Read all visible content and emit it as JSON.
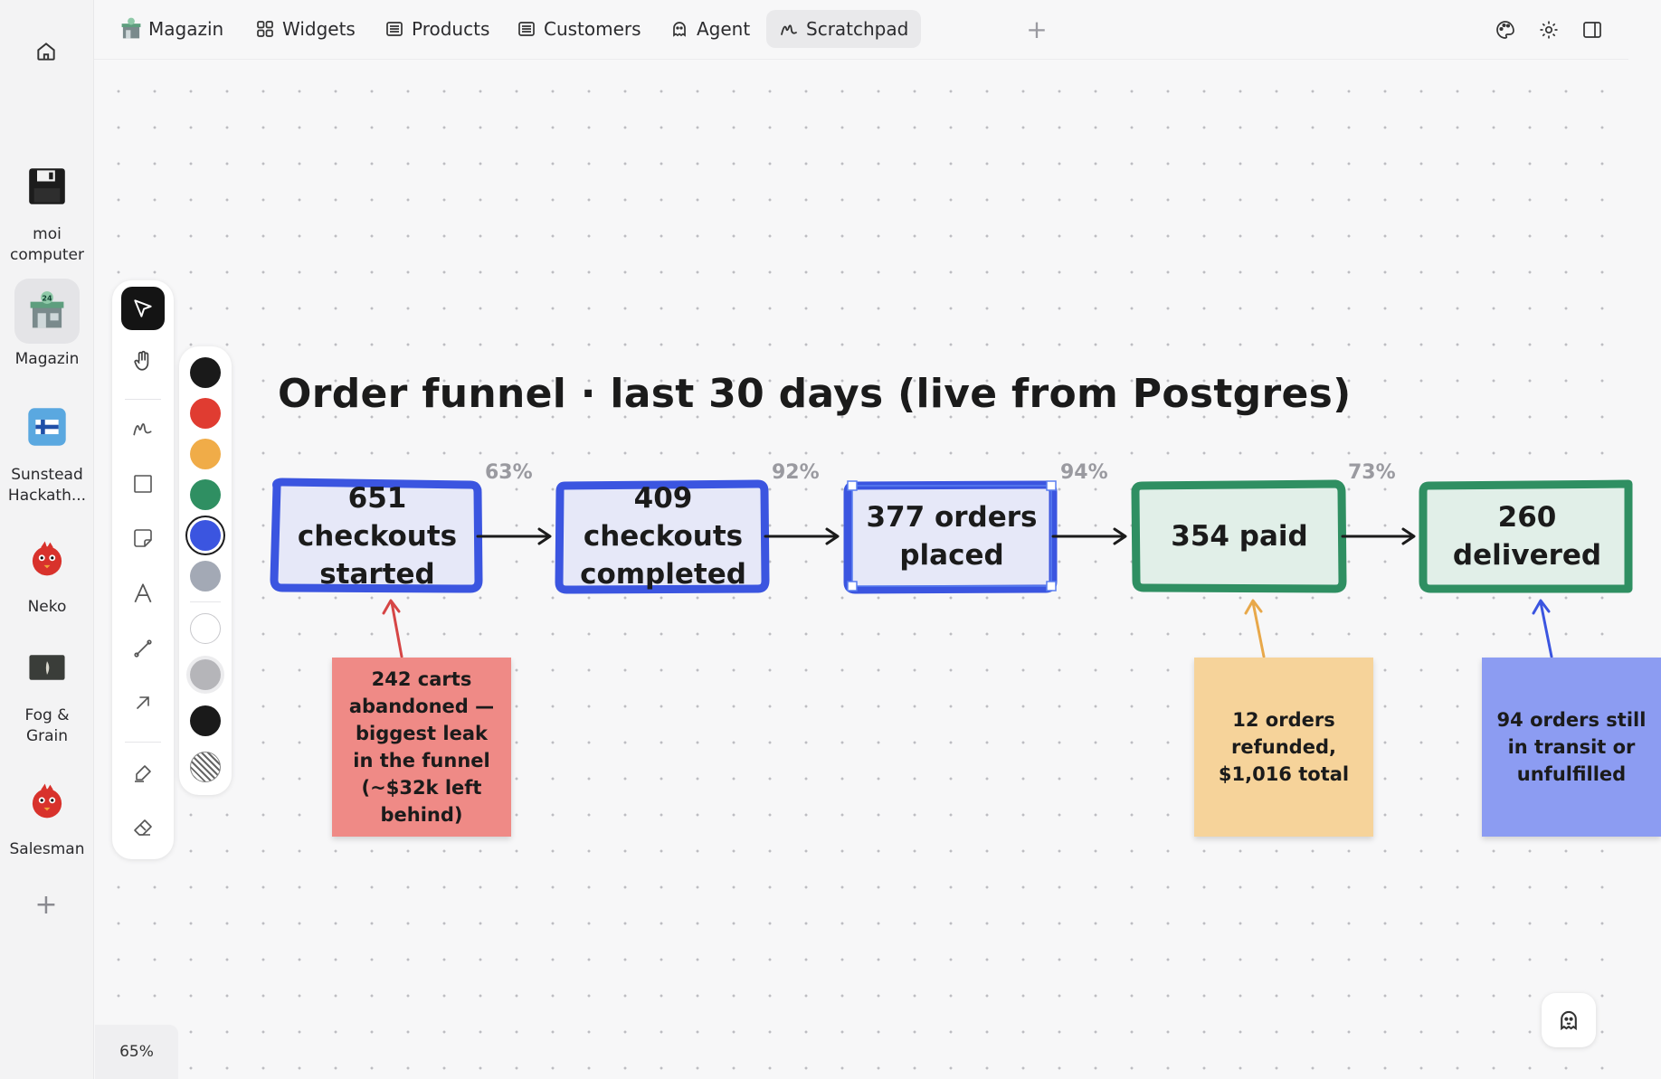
{
  "rail": {
    "apps": [
      {
        "label": "moi computer",
        "icon": "floppy-disk-icon"
      },
      {
        "label": "Magazin",
        "icon": "shop-24-icon",
        "active": true
      },
      {
        "label": "Sunstead Hackath...",
        "icon": "finland-flag-icon"
      },
      {
        "label": "Neko",
        "icon": "red-bird-icon"
      },
      {
        "label": "Fog & Grain",
        "icon": "fog-grain-icon"
      },
      {
        "label": "Salesman",
        "icon": "red-bird-icon"
      }
    ]
  },
  "tabs": [
    {
      "label": "Magazin",
      "icon": "shop-icon"
    },
    {
      "label": "Widgets",
      "icon": "grid-icon"
    },
    {
      "label": "Products",
      "icon": "list-icon"
    },
    {
      "label": "Customers",
      "icon": "list-icon"
    },
    {
      "label": "Agent",
      "icon": "ghost-icon"
    },
    {
      "label": "Scratchpad",
      "icon": "scribble-icon",
      "active": true
    }
  ],
  "canvas": {
    "title": "Order funnel · last 30 days (live from Postgres)",
    "zoom": "65%",
    "nodes": [
      {
        "label": "651 checkouts started",
        "color": "#3b55e0",
        "fill": "#e6e8f8"
      },
      {
        "label": "409 checkouts completed",
        "color": "#3b55e0",
        "fill": "#e6e8f8"
      },
      {
        "label": "377 orders placed",
        "color": "#3b55e0",
        "fill": "#e6e8f8"
      },
      {
        "label": "354 paid",
        "color": "#2f8f62",
        "fill": "#e1efe8"
      },
      {
        "label": "260 delivered",
        "color": "#2f8f62",
        "fill": "#e1efe8"
      }
    ],
    "conversion": [
      "63%",
      "92%",
      "94%",
      "73%"
    ],
    "notes": [
      {
        "text": "242 carts abandoned — biggest leak in the funnel (~$32k left behind)",
        "color": "#ef8a86",
        "arrow": "#d64545"
      },
      {
        "text": "12 orders refunded, $1,016 total",
        "color": "#f6d39a",
        "arrow": "#e8a84a"
      },
      {
        "text": "94 orders still in transit or unfulfilled",
        "color": "#8c9cf2",
        "arrow": "#3b55e0"
      }
    ]
  },
  "palette": {
    "colors": [
      "#1a1a1a",
      "#e03c31",
      "#f0ac48",
      "#2f8f62",
      "#3b55e0",
      "#a3a9b5"
    ],
    "fills": [
      "none",
      "#b5b5b9",
      "#1a1a1a",
      "hatch"
    ]
  }
}
